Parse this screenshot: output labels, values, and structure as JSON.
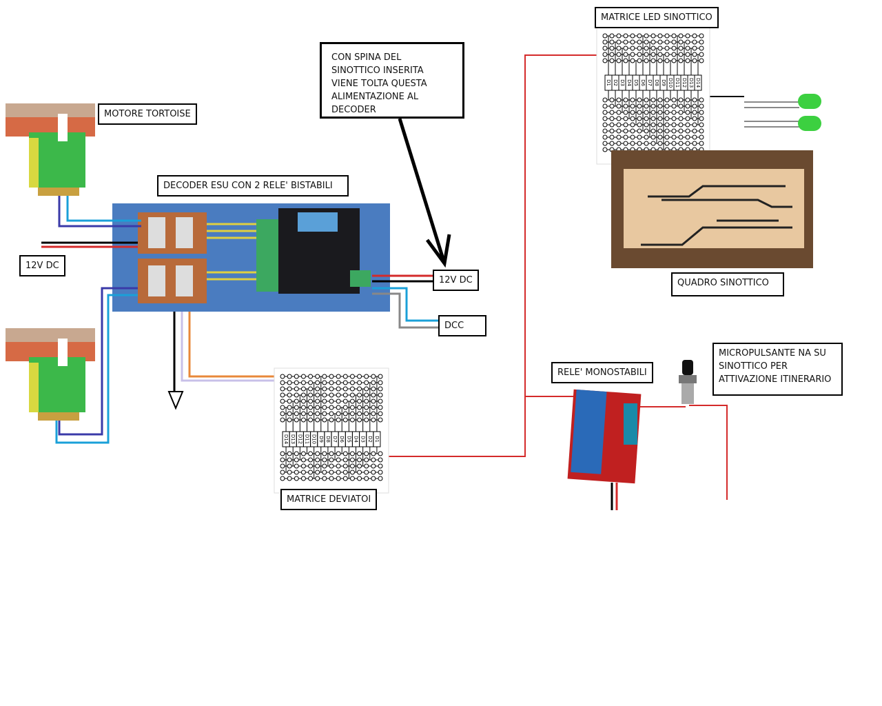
{
  "labels": {
    "tortoise": "MOTORE TORTOISE",
    "decoder": "DECODER ESU CON 2 RELE' BISTABILI",
    "note": "CON SPINA DEL SINOTTICO INSERITA VIENE TOLTA QUESTA ALIMENTAZIONE AL DECODER",
    "power_left": "12V DC",
    "power_right": "12V DC",
    "dcc": "DCC",
    "matrix_turnouts": "MATRICE DEVIATOI",
    "matrix_led": "MATRICE LED SINOTTICO",
    "panel": "QUADRO SINOTTICO",
    "relays": "RELE' MONOSTABILI",
    "button": "MICROPULSANTE NA SU SINOTTICO PER ATTIVAZIONE ITINERARIO"
  },
  "diodes": [
    "D1",
    "D2",
    "D3",
    "D4",
    "D5",
    "D6",
    "D7",
    "D8",
    "D9",
    "D10",
    "D11",
    "D12",
    "D13",
    "D14"
  ],
  "colors": {
    "red": "#d42a2a",
    "blue": "#1aa0d8",
    "darkblue": "#3a3aa8",
    "orange": "#e8883a",
    "gray": "#888888",
    "green": "#3cb84a"
  }
}
